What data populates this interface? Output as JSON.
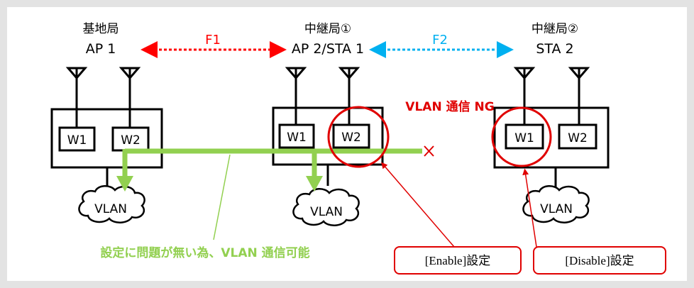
{
  "stations": {
    "ap1": {
      "name": "基地局",
      "id": "AP 1"
    },
    "relay1": {
      "name": "中継局①",
      "id": "AP 2/STA 1"
    },
    "relay2": {
      "name": "中継局②",
      "id": "STA 2"
    }
  },
  "links": {
    "f1": {
      "label": "F1",
      "color": "#ff0000"
    },
    "f2": {
      "label": "F2",
      "color": "#00b0f0"
    }
  },
  "interfaces": {
    "w1": "W1",
    "w2": "W2"
  },
  "vlan_label": "VLAN",
  "ng_text": "VLAN 通信 NG",
  "ok_text": "設定に問題が無い為、VLAN 通信可能",
  "callouts": {
    "enable": "[Enable]設定",
    "disable": "[Disable]設定"
  },
  "colors": {
    "path": "#92d050",
    "alert": "#e00000",
    "ok_text": "#92d050",
    "panel_bg": "#ffffff",
    "frame_bg": "#e3e3e3"
  }
}
